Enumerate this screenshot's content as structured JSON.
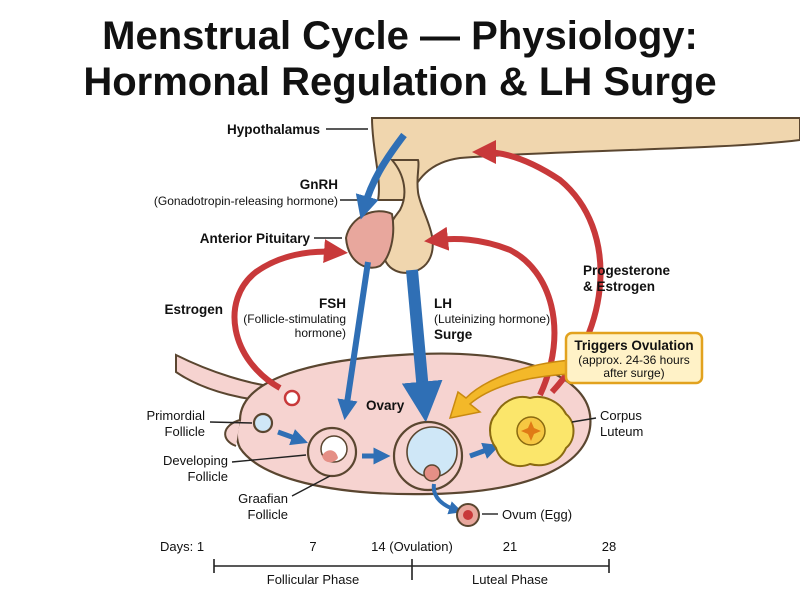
{
  "title": {
    "line1": "Menstrual Cycle — Physiology:",
    "line2": "Hormonal Regulation & LH Surge"
  },
  "labels": {
    "hypothalamus": "Hypothalamus",
    "gnrh": "GnRH",
    "gnrh_full": "(Gonadotropin-releasing hormone)",
    "anterior_pituitary": "Anterior Pituitary",
    "estrogen": "Estrogen",
    "fsh": "FSH",
    "fsh_full_1": "(Follicle-stimulating",
    "fsh_full_2": "hormone)",
    "lh": "LH",
    "lh_full": "(Luteinizing hormone)",
    "surge": "Surge",
    "prog_1": "Progesterone",
    "prog_2": "& Estrogen",
    "ovary": "Ovary",
    "primordial_1": "Primordial",
    "primordial_2": "Follicle",
    "developing_1": "Developing",
    "developing_2": "Follicle",
    "graafian_1": "Graafian",
    "graafian_2": "Follicle",
    "corpus_1": "Corpus",
    "corpus_2": "Luteum",
    "ovum": "Ovum (Egg)"
  },
  "callout": {
    "title": "Triggers Ovulation",
    "line1": "(approx. 24-36 hours",
    "line2": "after surge)"
  },
  "timeline": {
    "days_label": "Days: 1",
    "day7": "7",
    "day14": "14 (Ovulation)",
    "day21": "21",
    "day28": "28",
    "phase1": "Follicular Phase",
    "phase2": "Luteal Phase"
  },
  "colors": {
    "red_arrow": "#c8393a",
    "blue_arrow": "#2f6fb5",
    "gold_arrow": "#f3b829",
    "tan": "#f0d6ae",
    "pink": "#f6d3d0",
    "pink_dark": "#e58f86",
    "yellow": "#fbe66b",
    "callout_fill": "#fff2c7"
  }
}
